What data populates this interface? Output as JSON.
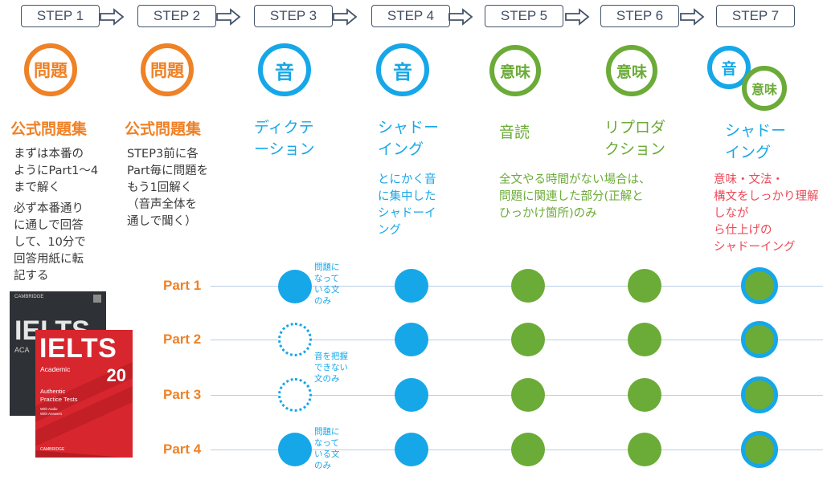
{
  "steps": [
    {
      "label": "STEP 1"
    },
    {
      "label": "STEP 2"
    },
    {
      "label": "STEP 3"
    },
    {
      "label": "STEP 4"
    },
    {
      "label": "STEP 5"
    },
    {
      "label": "STEP 6"
    },
    {
      "label": "STEP 7"
    }
  ],
  "badges": {
    "step1": "問題",
    "step2": "問題",
    "step3": "音",
    "step4": "音",
    "step5": "意味",
    "step6": "意味",
    "step7_a": "音",
    "step7_b": "意味"
  },
  "titles": {
    "step1": "公式問題集",
    "step2": "公式問題集",
    "step3_l1": "ディクテ",
    "step3_l2": "ーション",
    "step4_l1": "シャドー",
    "step4_l2": "イング",
    "step5": "音読",
    "step6_l1": "リプロダ",
    "step6_l2": "クション",
    "step7_l1": "シャドー",
    "step7_l2": "イング"
  },
  "notes": {
    "step1_a": [
      "まずは本番の",
      "ようにPart1～4",
      "まで解く"
    ],
    "step1_b": [
      "必ず本番通り",
      "に通しで回答",
      "して、10分で",
      "回答用紙に転",
      "記する"
    ],
    "step2": [
      "STEP3前に各",
      "Part毎に問題を",
      "もう1回解く",
      "（音声全体を",
      "通しで聞く）"
    ],
    "step4": [
      "とにかく音",
      "に集中した",
      "シャドーイ",
      "ング"
    ],
    "step56": [
      "全文やる時間がない場合は、",
      "問題に関連した部分(正解と",
      "ひっかけ箇所)のみ"
    ],
    "step7": [
      "意味・文法・",
      "構文をしっかり理解しなが",
      "ら仕上げの",
      "シャドーイング"
    ]
  },
  "parts": [
    {
      "label": "Part 1"
    },
    {
      "label": "Part 2"
    },
    {
      "label": "Part 3"
    },
    {
      "label": "Part 4"
    }
  ],
  "dot_notes": {
    "part1": [
      "問題に",
      "なって",
      "いる文",
      "のみ"
    ],
    "part23": [
      "音を把握",
      "できない",
      "文のみ"
    ],
    "part4": [
      "問題に",
      "なって",
      "いる文",
      "のみ"
    ]
  },
  "book": {
    "back_brand": "CAMBRIDGE",
    "back_title": "IELTS",
    "back_sub": "ACA",
    "front_title": "IELTS",
    "front_sub": "Academic",
    "front_num": "20",
    "front_l1": "Authentic",
    "front_l2": "Practice Tests",
    "front_small1": "With Audio",
    "front_small2": "With Answers",
    "front_brand": "CAMBRIDGE"
  },
  "colors": {
    "orange": "#ef8126",
    "blue": "#16a7e8",
    "green": "#6bab37",
    "red": "#ee4b5a",
    "cover_red": "#d8262e"
  }
}
